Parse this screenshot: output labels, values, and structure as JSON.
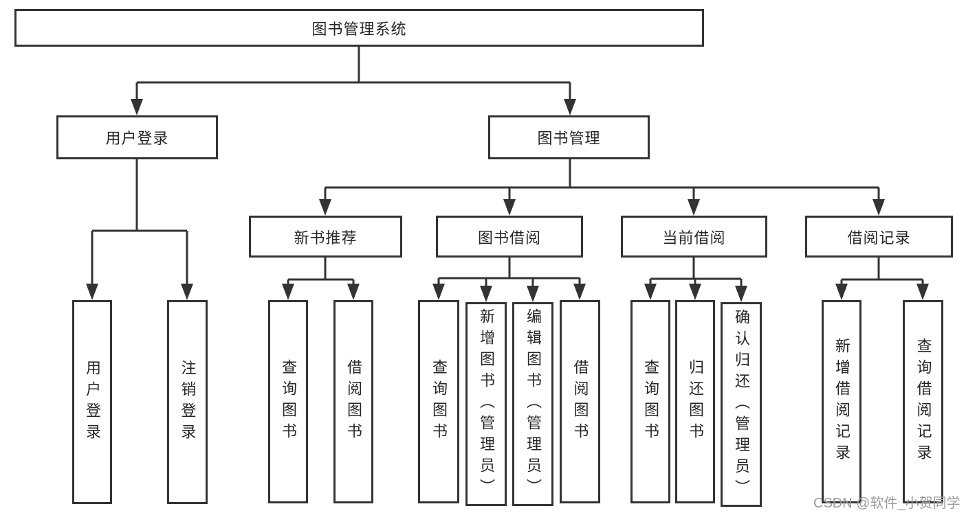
{
  "diagram": {
    "root": "图书管理系统",
    "branches": [
      {
        "label": "用户登录",
        "children": [
          "用户登录",
          "注销登录"
        ]
      },
      {
        "label": "图书管理",
        "sections": [
          {
            "label": "新书推荐",
            "children": [
              "查询图书",
              "借阅图书"
            ]
          },
          {
            "label": "图书借阅",
            "children": [
              "查询图书",
              "新增图书（管理员）",
              "编辑图书（管理员）",
              "借阅图书"
            ]
          },
          {
            "label": "当前借阅",
            "children": [
              "查询图书",
              "归还图书",
              "确认归还（管理员）"
            ]
          },
          {
            "label": "借阅记录",
            "children": [
              "新增借阅记录",
              "查询借阅记录"
            ]
          }
        ]
      }
    ]
  },
  "watermark": "CSDN @软件_小贺同学",
  "colors": {
    "line": "#333333",
    "text": "#262626",
    "watermark": "#9c9c9c",
    "background": "#ffffff"
  }
}
